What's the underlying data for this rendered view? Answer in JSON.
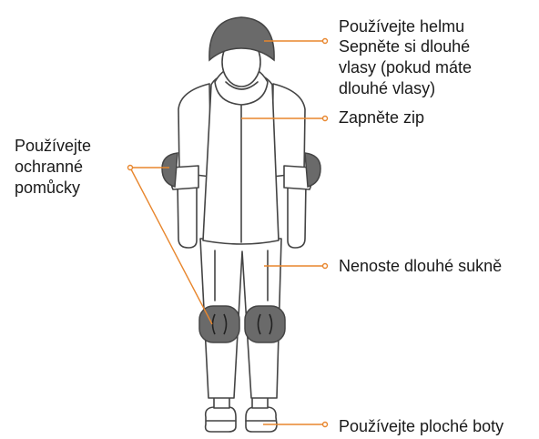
{
  "colors": {
    "outline": "#444444",
    "gear_fill": "#6a6a6a",
    "leader": "#e8862d",
    "text": "#1a1a1a"
  },
  "labels": {
    "helmet": "Používejte helmu",
    "hair": [
      "Sepněte si dlouhé",
      "vlasy (pokud máte",
      "dlouhé vlasy)"
    ],
    "zip": "Zapněte zip",
    "gear": [
      "Používejte",
      "ochranné",
      "pomůcky"
    ],
    "skirt": "Nenoste dlouhé sukně",
    "shoes": "Používejte ploché boty"
  }
}
